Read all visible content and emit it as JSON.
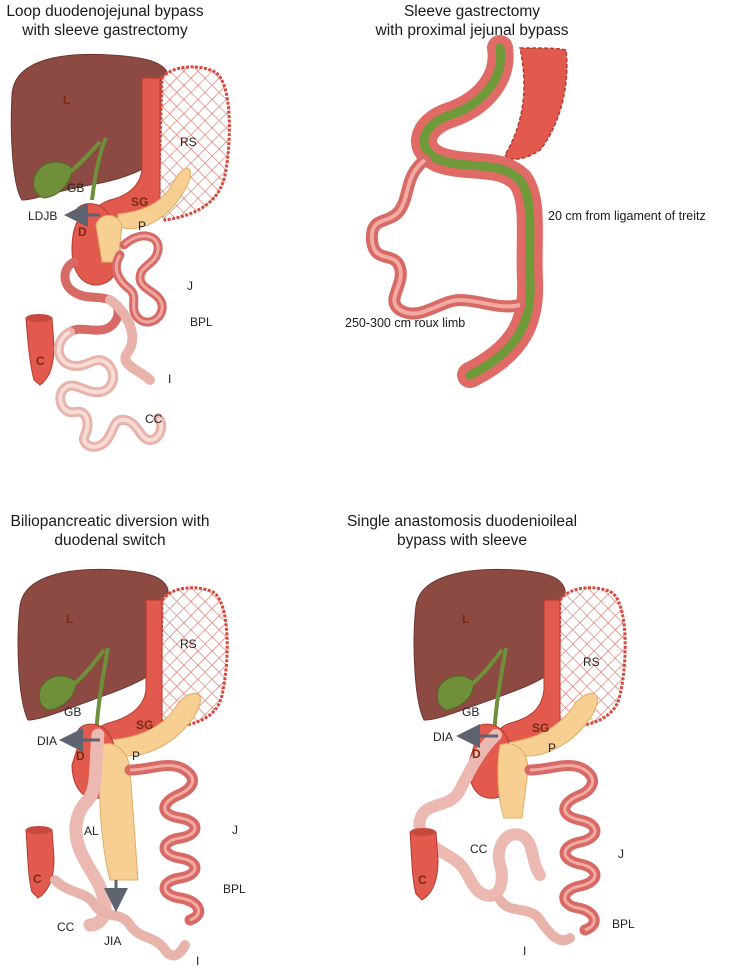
{
  "panels": {
    "p1": {
      "title_line1": "Loop duodenojejunal bypass",
      "title_line2": "with sleeve gastrectomy",
      "labels": {
        "L": "L",
        "GB": "GB",
        "RS": "RS",
        "SG": "SG",
        "LDJB": "LDJB",
        "D": "D",
        "P": "P",
        "J": "J",
        "BPL": "BPL",
        "C": "C",
        "I": "I",
        "CC": "CC"
      }
    },
    "p2": {
      "title_line1": "Sleeve gastrectomy",
      "title_line2": "with proximal jejunal bypass",
      "labels": {
        "treitz": "20 cm from ligament of treitz",
        "roux": "250-300 cm roux limb"
      }
    },
    "p3": {
      "title_line1": "Biliopancreatic diversion with",
      "title_line2": "duodenal switch",
      "labels": {
        "L": "L",
        "RS": "RS",
        "GB": "GB",
        "SG": "SG",
        "DIA": "DIA",
        "D": "D",
        "P": "P",
        "AL": "AL",
        "J": "J",
        "BPL": "BPL",
        "C": "C",
        "CC": "CC",
        "JIA": "JIA",
        "I": "I"
      }
    },
    "p4": {
      "title_line1": "Single anastomosis duodenioileal",
      "title_line2": "bypass with sleeve",
      "labels": {
        "L": "L",
        "RS": "RS",
        "GB": "GB",
        "SG": "SG",
        "DIA": "DIA",
        "D": "D",
        "P": "P",
        "CC": "CC",
        "J": "J",
        "C": "C",
        "BPL": "BPL",
        "I": "I"
      }
    }
  },
  "colors": {
    "liver": "#8c4a42",
    "gallbladder": "#6f8f3a",
    "stomach": "#e25a4e",
    "small_bowel": "#e07a78",
    "ileum": "#f2c9c1",
    "pancreas": "#f7cf93",
    "arrow": "#5d6470"
  }
}
